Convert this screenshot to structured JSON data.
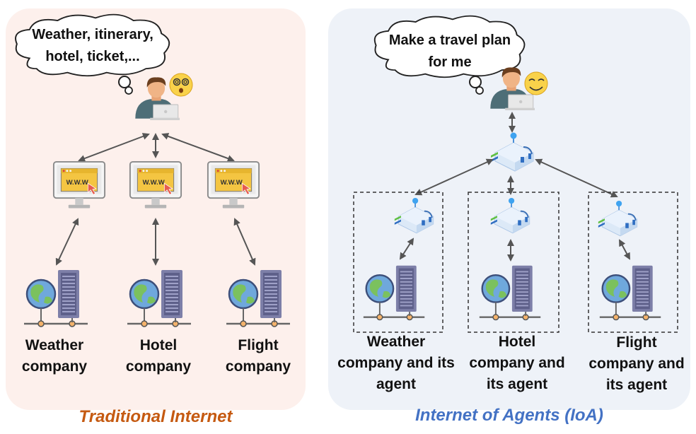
{
  "left_panel": {
    "title": "Traditional Internet",
    "title_color": "#c55a11",
    "bg_color": "#fdf0ec",
    "thought": "Weather, itinerary, hotel, ticket,...",
    "user_mood_icon": "dizzy-face-icon",
    "browser_text": "W.W.W",
    "columns": [
      {
        "caption": "Weather company"
      },
      {
        "caption": "Hotel company"
      },
      {
        "caption": "Flight company"
      }
    ]
  },
  "right_panel": {
    "title": "Internet of Agents (IoA)",
    "title_color": "#4472c4",
    "bg_color": "#eef2f8",
    "thought": "Make a travel plan for me",
    "user_mood_icon": "smiling-face-icon",
    "columns": [
      {
        "caption": "Weather company and its agent"
      },
      {
        "caption": "Hotel company and its agent"
      },
      {
        "caption": "Flight company and its agent"
      }
    ]
  }
}
